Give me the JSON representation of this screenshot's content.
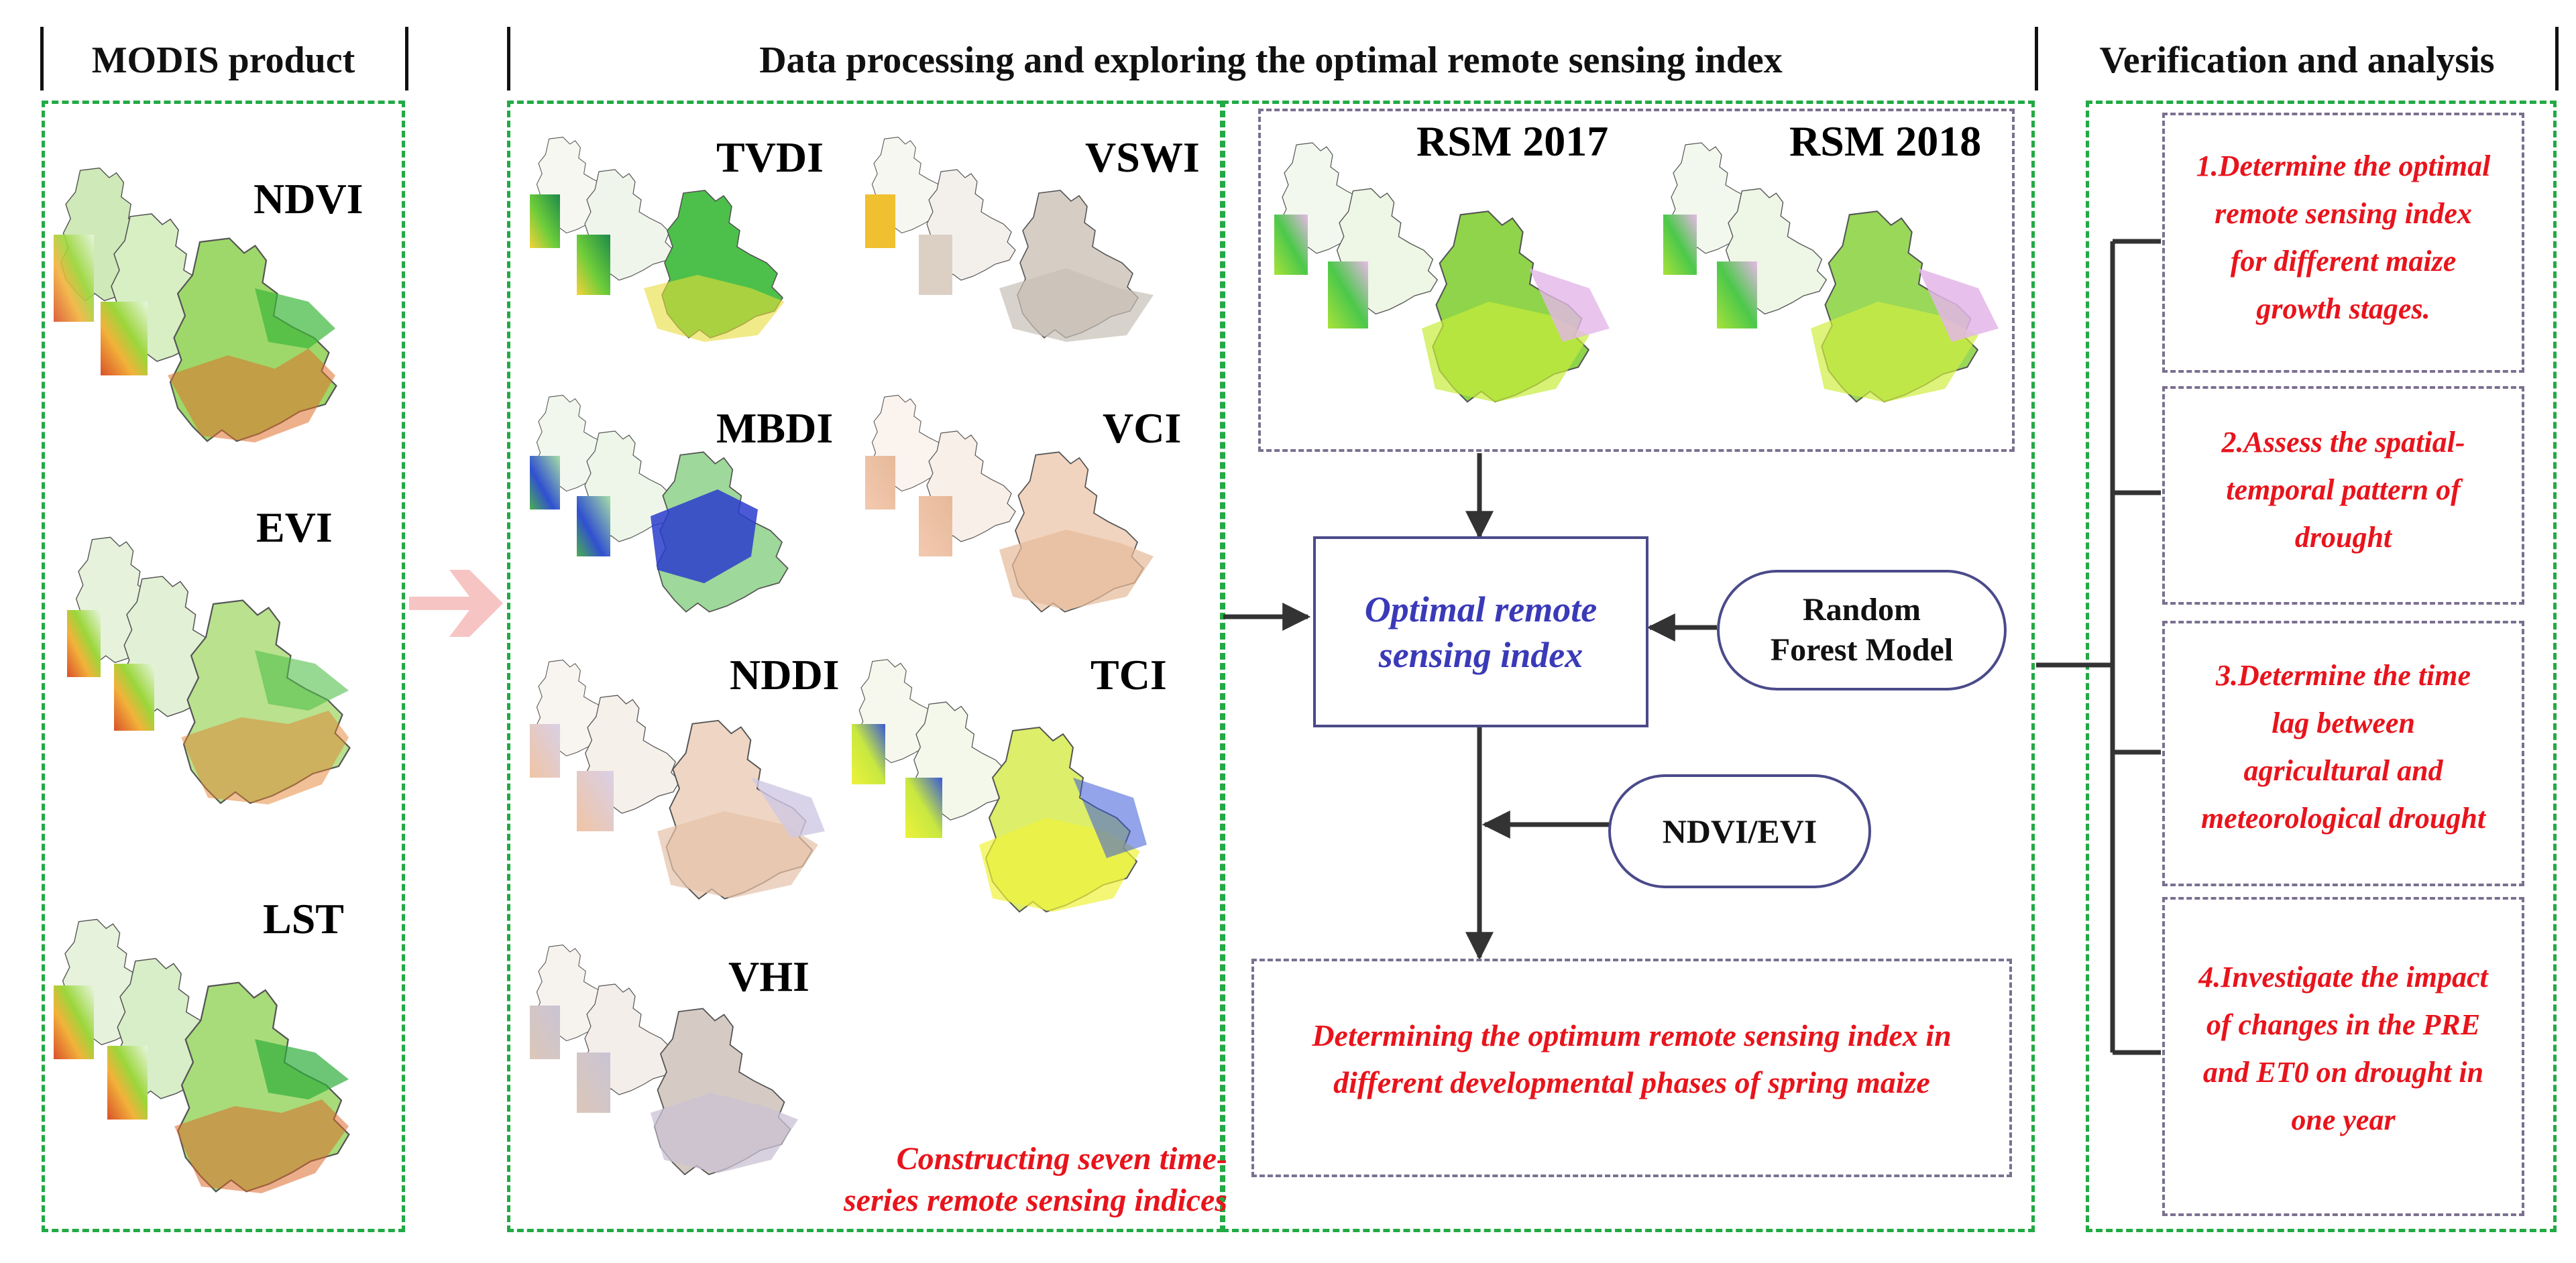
{
  "headers": {
    "modis": "MODIS product",
    "processing": "Data processing and exploring the optimal remote sensing index",
    "verification": "Verification and analysis"
  },
  "modis_products": [
    "NDVI",
    "EVI",
    "LST"
  ],
  "indices": [
    "TVDI",
    "VSWI",
    "MBDI",
    "VCI",
    "NDDI",
    "TCI",
    "VHI"
  ],
  "indices_caption_line1": "Constructing seven time-",
  "indices_caption_line2": "series remote sensing indices",
  "rsm": [
    "RSM 2017",
    "RSM 2018"
  ],
  "nodes": {
    "optimal_line1": "Optimal remote",
    "optimal_line2": "sensing index",
    "random_forest_line1": "Random",
    "random_forest_line2": "Forest Model",
    "ndvi_evi": "NDVI/EVI",
    "determining_line1": "Determining the optimum remote sensing index in",
    "determining_line2": "different developmental phases of spring maize"
  },
  "verification_items": [
    [
      "1.Determine the optimal",
      "remote sensing index",
      "for different maize",
      "growth stages."
    ],
    [
      "2.Assess the spatial-",
      "temporal pattern of",
      "drought"
    ],
    [
      "3.Determine the time",
      "lag between",
      "agricultural and",
      "meteorological drought"
    ],
    [
      "4.Investigate the impact",
      "of changes in the PRE",
      "and ET0 on drought in",
      "one year"
    ]
  ],
  "colors": {
    "green_dash": "#22aa44",
    "purple_dash": "#7a7090",
    "red_text": "#e8141c",
    "blue_text": "#3a3ab8",
    "arrow_pink": "#f7c4c4"
  }
}
